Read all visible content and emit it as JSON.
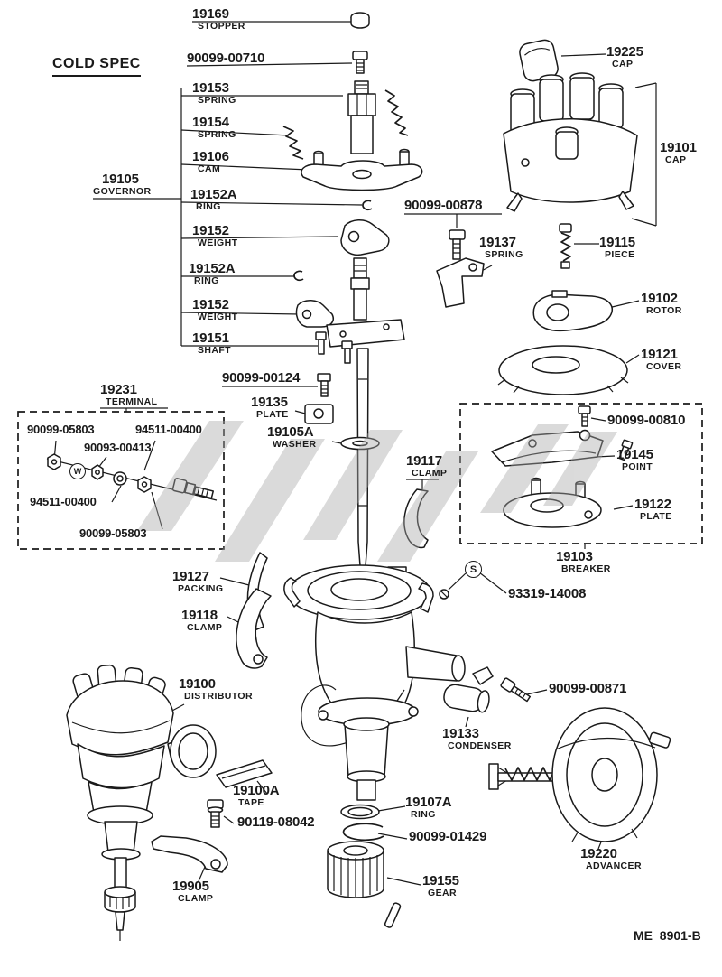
{
  "page": {
    "spec": "COLD SPEC",
    "doc_code": "ME  8901-B",
    "s_symbol": "S",
    "w_symbol": "W",
    "line_color": "#1a1a1a",
    "paper_color": "#ffffff",
    "watermark_color": "#a9a9a9"
  },
  "labels": {
    "stopper": {
      "part": "19169",
      "name": "STOPPER"
    },
    "b00710": {
      "part": "90099-00710",
      "name": ""
    },
    "spring153": {
      "part": "19153",
      "name": "SPRING"
    },
    "spring154": {
      "part": "19154",
      "name": "SPRING"
    },
    "cam106": {
      "part": "19106",
      "name": "CAM"
    },
    "governor105": {
      "part": "19105",
      "name": "GOVERNOR"
    },
    "ring152a1": {
      "part": "19152A",
      "name": "RING"
    },
    "weight152a": {
      "part": "19152",
      "name": "WEIGHT"
    },
    "ring152a2": {
      "part": "19152A",
      "name": "RING"
    },
    "weight152b": {
      "part": "19152",
      "name": "WEIGHT"
    },
    "shaft151": {
      "part": "19151",
      "name": "SHAFT"
    },
    "cap225": {
      "part": "19225",
      "name": "CAP"
    },
    "cap101": {
      "part": "19101",
      "name": "CAP"
    },
    "b00878": {
      "part": "90099-00878",
      "name": ""
    },
    "spring137": {
      "part": "19137",
      "name": "SPRING"
    },
    "piece115": {
      "part": "19115",
      "name": "PIECE"
    },
    "rotor102": {
      "part": "19102",
      "name": "ROTOR"
    },
    "cover121": {
      "part": "19121",
      "name": "COVER"
    },
    "b00124": {
      "part": "90099-00124",
      "name": ""
    },
    "plate135": {
      "part": "19135",
      "name": "PLATE"
    },
    "washer105a": {
      "part": "19105A",
      "name": "WASHER"
    },
    "terminal231": {
      "part": "19231",
      "name": "TERMINAL"
    },
    "t05803a": {
      "part": "90099-05803",
      "name": ""
    },
    "t00400a": {
      "part": "94511-00400",
      "name": ""
    },
    "t00413": {
      "part": "90093-00413",
      "name": ""
    },
    "t00400b": {
      "part": "94511-00400",
      "name": ""
    },
    "t05803b": {
      "part": "90099-05803",
      "name": ""
    },
    "clamp117": {
      "part": "19117",
      "name": "CLAMP"
    },
    "b00810": {
      "part": "90099-00810",
      "name": ""
    },
    "point145": {
      "part": "19145",
      "name": "POINT"
    },
    "plate122": {
      "part": "19122",
      "name": "PLATE"
    },
    "breaker103": {
      "part": "19103",
      "name": "BREAKER"
    },
    "packing127": {
      "part": "19127",
      "name": "PACKING"
    },
    "clamp118": {
      "part": "19118",
      "name": "CLAMP"
    },
    "s14008": {
      "part": "93319-14008",
      "name": ""
    },
    "dist100": {
      "part": "19100",
      "name": "DISTRIBUTOR"
    },
    "b00871": {
      "part": "90099-00871",
      "name": ""
    },
    "cond133": {
      "part": "19133",
      "name": "CONDENSER"
    },
    "tape100a": {
      "part": "19100A",
      "name": "TAPE"
    },
    "b08042": {
      "part": "90119-08042",
      "name": ""
    },
    "ring107a": {
      "part": "19107A",
      "name": "RING"
    },
    "b01429": {
      "part": "90099-01429",
      "name": ""
    },
    "adv220": {
      "part": "19220",
      "name": "ADVANCER"
    },
    "gear155": {
      "part": "19155",
      "name": "GEAR"
    },
    "clamp905": {
      "part": "19905",
      "name": "CLAMP"
    }
  }
}
